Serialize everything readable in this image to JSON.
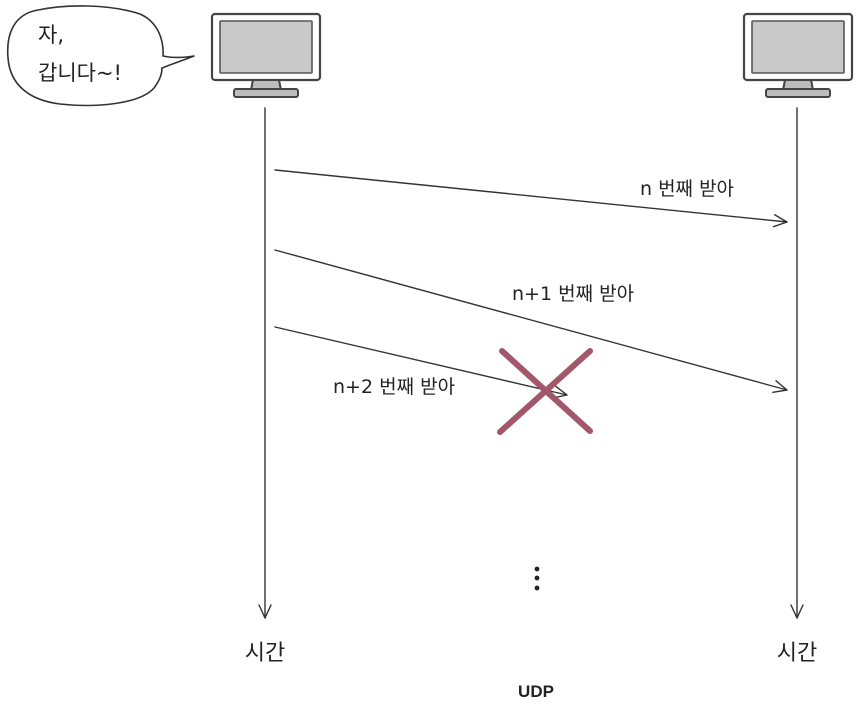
{
  "speech": {
    "line1": "자,",
    "line2": "갑니다~!"
  },
  "packets": [
    {
      "label": "n 번째 받아",
      "lost": false
    },
    {
      "label": "n+1 번째 받아",
      "lost": false
    },
    {
      "label": "n+2 번째 받아",
      "lost": true
    }
  ],
  "timeline": {
    "left_label": "시간",
    "right_label": "시간"
  },
  "continuation": "⋮",
  "caption": "UDP",
  "colors": {
    "loss_mark": "#a2576a",
    "screen": "#c9c9c9"
  }
}
